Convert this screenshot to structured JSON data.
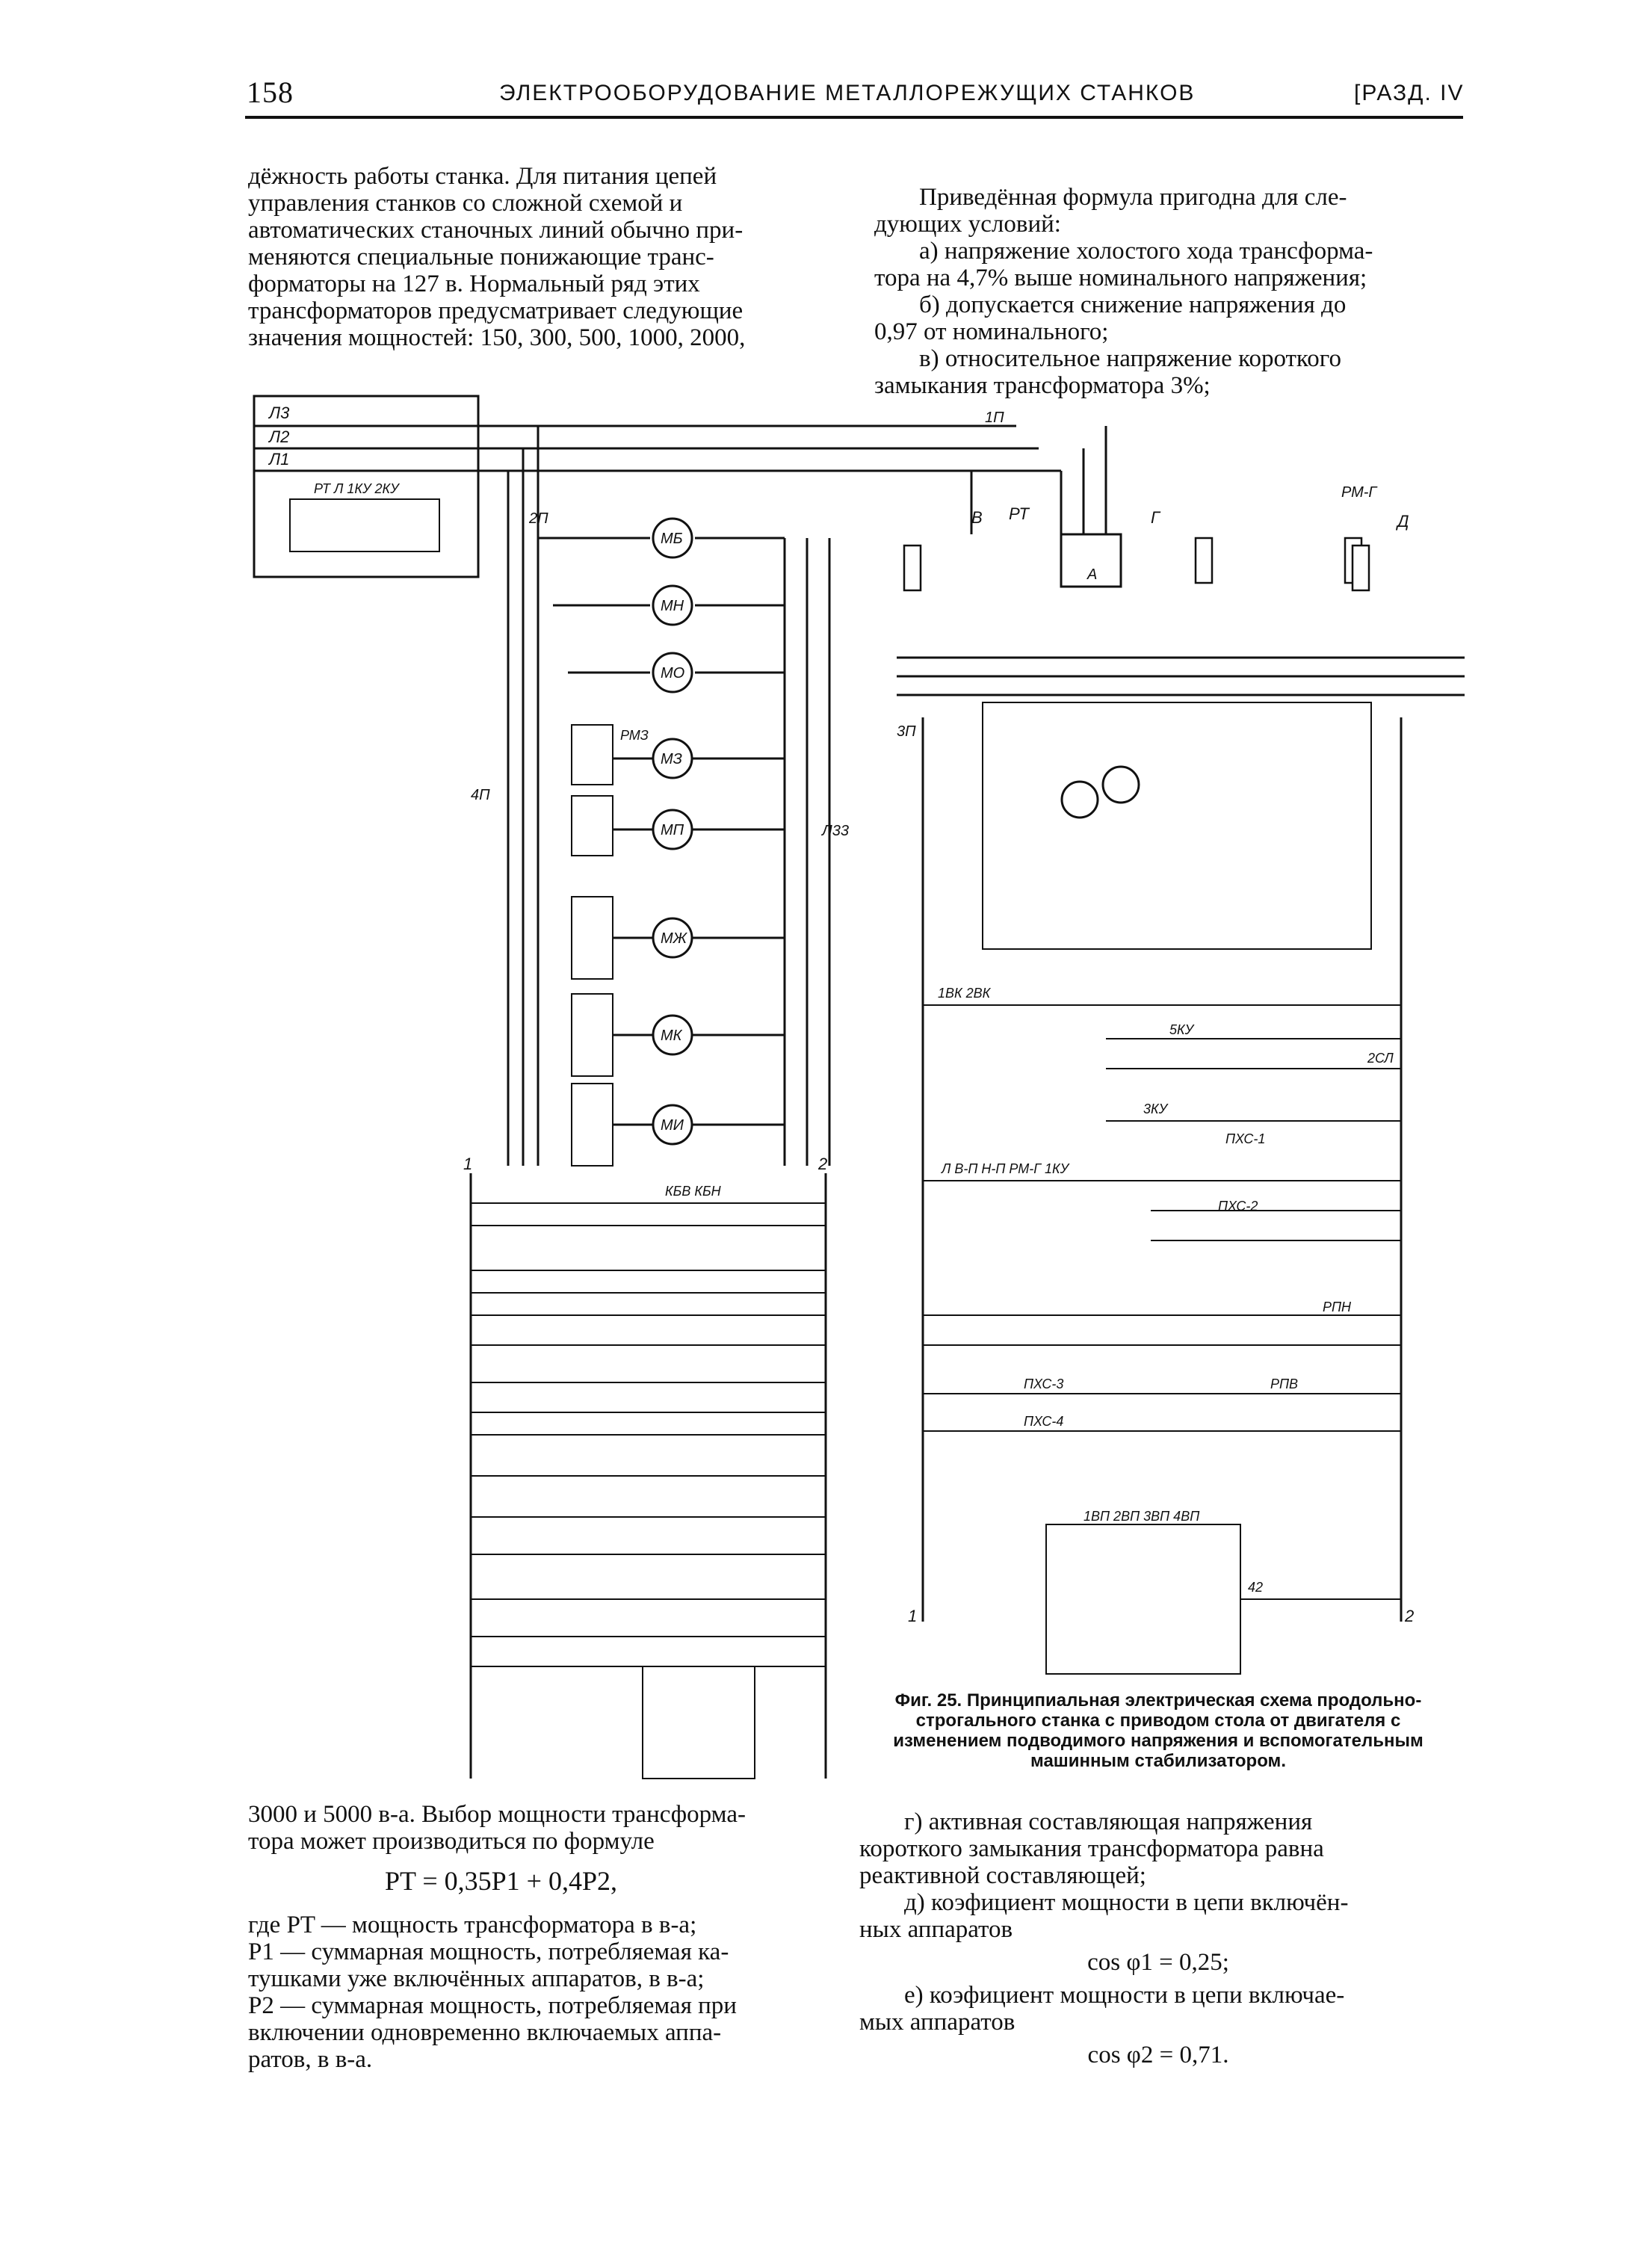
{
  "header": {
    "page_number": "158",
    "running_title": "ЭЛЕКТРООБОРУДОВАНИЕ МЕТАЛЛОРЕЖУЩИХ СТАНКОВ",
    "section": "[РАЗД. IV"
  },
  "top_left": [
    "дёжность работы станка. Для питания цепей",
    "управления станков со сложной схемой и",
    "автоматических станочных линий обычно при-",
    "меняются специальные понижающие транс-",
    "форматоры на 127 в. Нормальный ряд этих",
    "трансформаторов предусматривает следующие",
    "значения мощностей: 150, 300, 500, 1000, 2000,"
  ],
  "top_right": [
    "Приведённая формула пригодна для сле-",
    "дующих условий:",
    "а) напряжение холостого хода трансформа-",
    "тора на 4,7% выше номинального напряжения;",
    "б) допускается снижение напряжения до",
    "0,97 от номинального;",
    "в) относительное напряжение короткого",
    "замыкания трансформатора 3%;"
  ],
  "figure": {
    "caption": "Фиг. 25. Принципиальная электрическая схема продольно-строгального станка с приводом стола от двигателя с изменением подводимого напряжения и вспомогательным машинным стабилизатором.",
    "motors": [
      "МБ",
      "МН",
      "МО",
      "МЗ",
      "МП",
      "МЖ",
      "МК",
      "МИ"
    ],
    "phases": [
      "Л3",
      "Л2",
      "Л1"
    ],
    "labels": {
      "supply_switch": "РТ Л 1КУ 2КУ",
      "fuse_2p": "2П",
      "fuse_1p": "1П",
      "fuse_4p": "4П",
      "fuse_3p": "3П",
      "l33": "Л33",
      "rt": "РТ",
      "gen_v": "В",
      "gen_g": "Г",
      "gen_d": "Д",
      "rm_g": "РМ-Г",
      "node1": "1",
      "node2": "2",
      "node42": "42",
      "amp": "А",
      "ctrl_row": "Л В-П Н-П РМ-Г 1КУ",
      "pxs1": "ПХС-1",
      "pxs2": "ПХС-2",
      "pxs3": "ПХС-3",
      "pxs4": "ПХС-4",
      "rpn": "РПН",
      "rpv": "РПВ",
      "ku1": "5КУ",
      "ku2": "3КУ",
      "csl": "2СЛ",
      "vk": "1ВК  2ВК",
      "kbv": "КБВ КБН",
      "r_mz": "РМЗ",
      "vp": "1ВП 2ВП 3ВП 4ВП"
    }
  },
  "bottom_left": {
    "line1": "3000 и 5000 в-а. Выбор мощности трансформа-",
    "line2": "тора может производиться по формуле",
    "formula": "PT = 0,35P1 + 0,4P2,",
    "defs": [
      "где PT — мощность трансформатора в в-а;",
      "P1 — суммарная мощность, потребляемая ка-",
      "тушками уже включённых аппаратов, в в-а;",
      "P2 — суммарная мощность, потребляемая при",
      "включении одновременно включаемых аппа-",
      "ратов, в в-а."
    ]
  },
  "bottom_right": {
    "g_text": [
      "г) активная составляющая напряжения",
      "короткого замыкания трансформатора равна",
      "реактивной составляющей;"
    ],
    "d_text": [
      "д) коэфициент мощности в цепи включён-",
      "ных аппаратов"
    ],
    "cos1": "cos φ1 = 0,25;",
    "e_text": [
      "е) коэфициент мощности в цепи включае-",
      "мых аппаратов"
    ],
    "cos2": "cos φ2 = 0,71."
  }
}
